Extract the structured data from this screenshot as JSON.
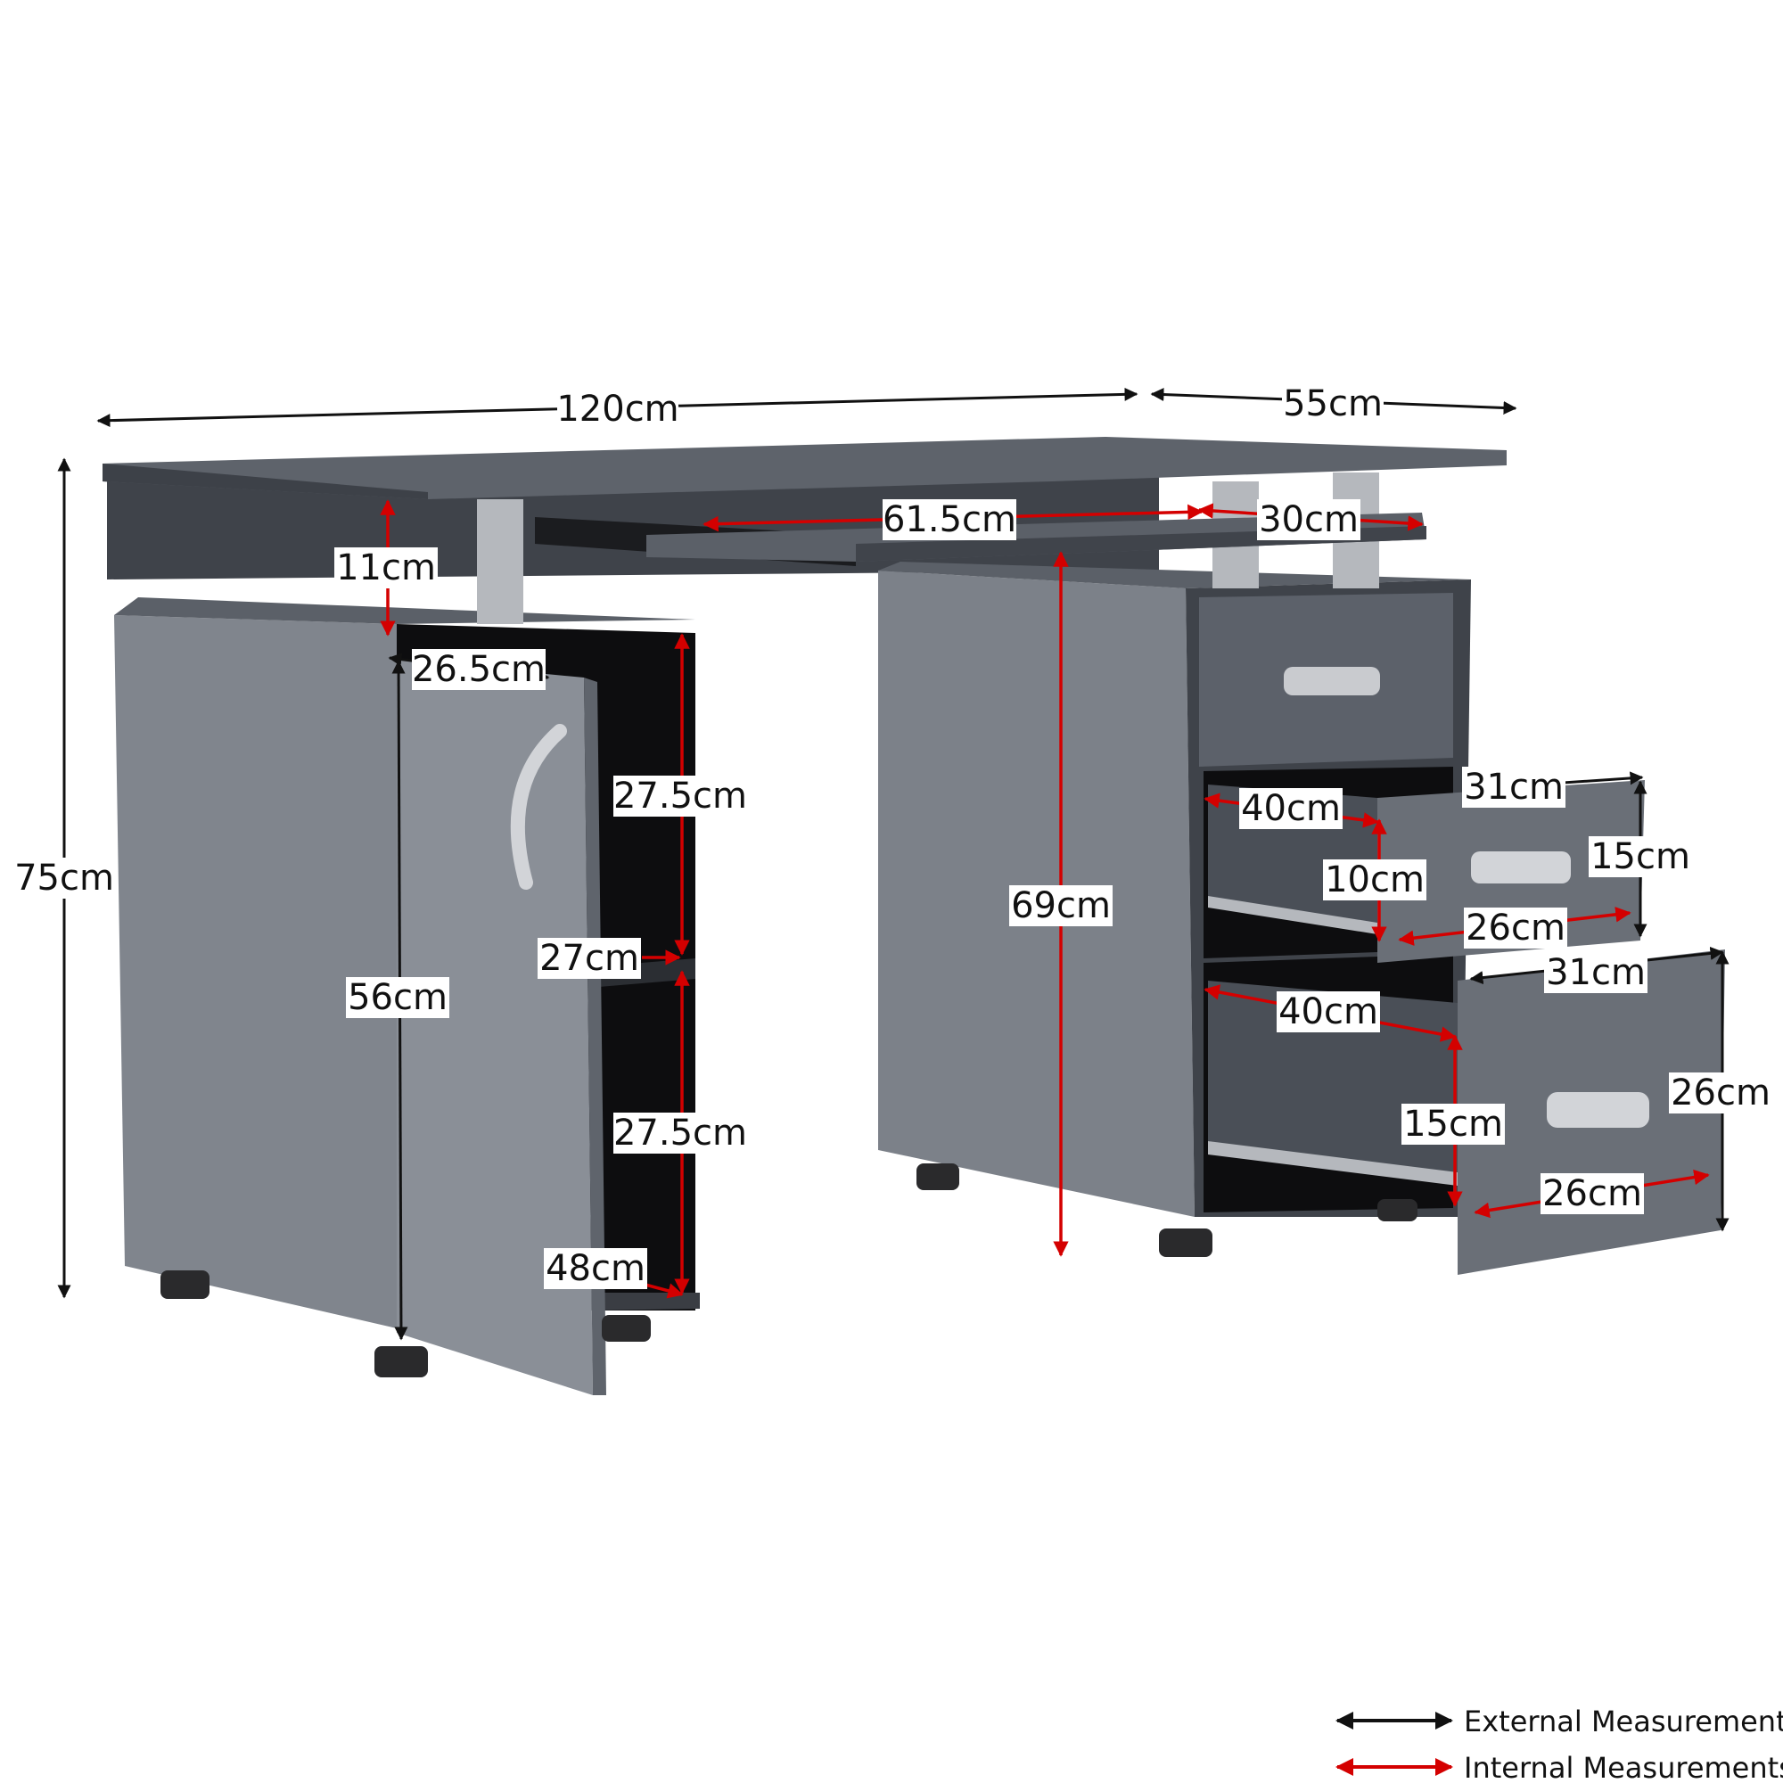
{
  "colors": {
    "panel_front": "#7c8189",
    "panel_side": "#6d727a",
    "panel_top": "#5b6068",
    "panel_dark": "#3f434a",
    "cavity": "#0d0d0f",
    "handle": "#c9cbcf",
    "leg": "#2a2a2c",
    "post": "#b5b8bd",
    "external_arrow": "#111111",
    "internal_arrow": "#d40000",
    "label_bg": "#ffffff"
  },
  "external_measurements": {
    "desk_width": "120cm",
    "desk_depth": "55cm",
    "desk_height": "75cm",
    "drawer2_width": "31cm",
    "drawer2_height": "15cm",
    "drawer3_width": "31cm",
    "drawer3_height": "26cm",
    "door_height": "56cm",
    "shelf_depth": "26.5cm"
  },
  "internal_measurements": {
    "keyboard_tray_width": "61.5cm",
    "keyboard_tray_depth": "30cm",
    "top_gap_height": "11cm",
    "leg_clearance": "69cm",
    "cabinet_upper_height": "27.5cm",
    "cabinet_depth": "27cm",
    "cabinet_lower_height": "27.5cm",
    "cabinet_width": "48cm",
    "drawer2_depth": "40cm",
    "drawer2_inner_height": "10cm",
    "drawer2_inner_width": "26cm",
    "drawer3_depth": "40cm",
    "drawer3_inner_height": "15cm",
    "drawer3_inner_width": "26cm"
  },
  "legend": {
    "external": "External Measurements",
    "internal": "Internal Measurements"
  }
}
